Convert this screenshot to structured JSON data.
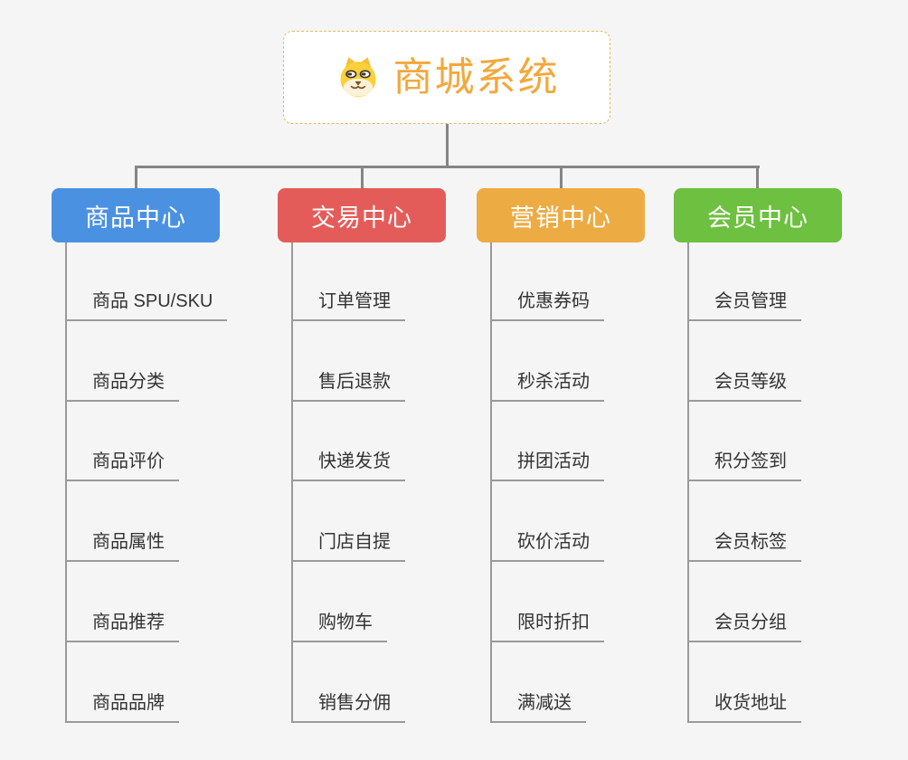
{
  "colors": {
    "background": "#F5F5F6",
    "connector": "#858585",
    "branch_line": "#9A9A9A",
    "item_text": "#333333",
    "root_accent": "#F2A83C",
    "root_border": "#E9B65C"
  },
  "root": {
    "title": "商城系统",
    "icon": "dog-face-icon"
  },
  "branches": [
    {
      "label": "商品中心",
      "color": "#4B91E2",
      "items": [
        "商品 SPU/SKU",
        "商品分类",
        "商品评价",
        "商品属性",
        "商品推荐",
        "商品品牌"
      ]
    },
    {
      "label": "交易中心",
      "color": "#E45C5A",
      "items": [
        "订单管理",
        "售后退款",
        "快递发货",
        "门店自提",
        "购物车",
        "销售分佣"
      ]
    },
    {
      "label": "营销中心",
      "color": "#EDAB43",
      "items": [
        "优惠券码",
        "秒杀活动",
        "拼团活动",
        "砍价活动",
        "限时折扣",
        "满减送"
      ]
    },
    {
      "label": "会员中心",
      "color": "#6EC041",
      "items": [
        "会员管理",
        "会员等级",
        "积分签到",
        "会员标签",
        "会员分组",
        "收货地址"
      ]
    }
  ]
}
